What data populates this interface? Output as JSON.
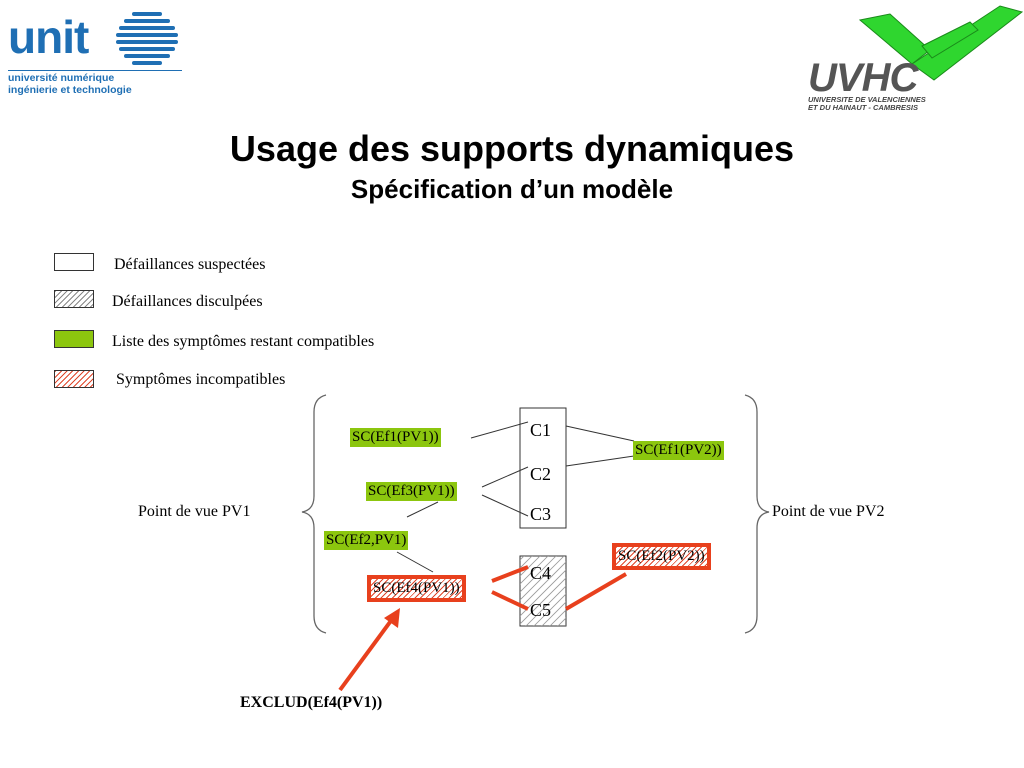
{
  "logos": {
    "left": {
      "word": "unit",
      "line1": "université numérique",
      "line2": "ingénierie et technologie"
    },
    "right": {
      "word": "UVHC",
      "line1": "UNIVERSITE DE VALENCIENNES",
      "line2": "ET DU HAINAUT - CAMBRESIS"
    }
  },
  "title": "Usage des supports dynamiques",
  "subtitle": "Spécification d’un modèle",
  "legend": [
    {
      "label": "Défaillances suspectées",
      "style": "empty"
    },
    {
      "label": "Défaillances disculpées",
      "style": "hatched-grey"
    },
    {
      "label": "Liste des symptômes restant compatibles",
      "style": "green"
    },
    {
      "label": "Symptômes incompatibles",
      "style": "hatched-red"
    }
  ],
  "diagram": {
    "pv1_label": "Point de vue PV1",
    "pv2_label": "Point de vue PV2",
    "components": [
      "C1",
      "C2",
      "C3",
      "C4",
      "C5"
    ],
    "symptoms_pv1": [
      {
        "label": "SC(Ef1(PV1))",
        "style": "green"
      },
      {
        "label": "SC(Ef3(PV1))",
        "style": "green"
      },
      {
        "label": "SC(Ef2,PV1)",
        "style": "green"
      },
      {
        "label": "SC(Ef4(PV1))",
        "style": "incompatible"
      }
    ],
    "symptoms_pv2": [
      {
        "label": "SC(Ef1(PV2))",
        "style": "green"
      },
      {
        "label": "SC(Ef2(PV2))",
        "style": "incompatible"
      }
    ],
    "exclude_label": "EXCLUD(Ef4(PV1))"
  },
  "colors": {
    "green": "#8cc60e",
    "red": "#e8401d",
    "unit_blue": "#1f6fb4",
    "uvhc_green": "#2fd62f"
  }
}
